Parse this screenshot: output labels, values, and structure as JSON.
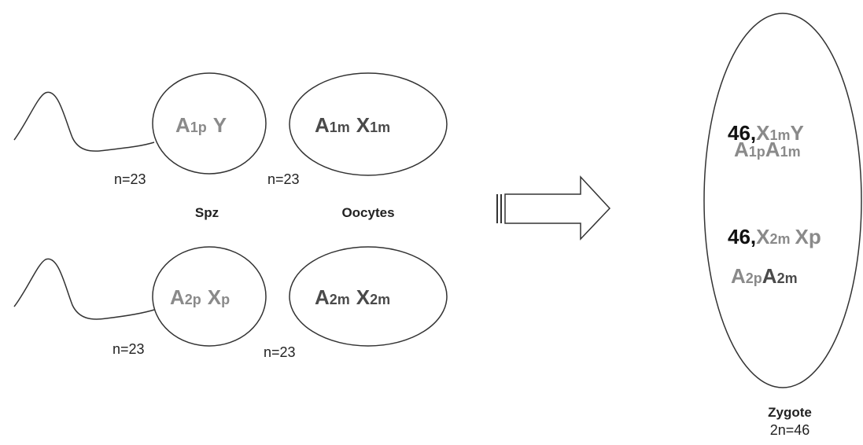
{
  "colors": {
    "paternal": "#8a8a8a",
    "maternal": "#4a4a4a",
    "karyotype": "#111111",
    "outline": "#333333"
  },
  "sperm_top": {
    "a": "A",
    "a_sub": "1p",
    "sex": "Y",
    "ploidy": "n=23"
  },
  "oocyte_top": {
    "a": "A",
    "a_sub": "1m",
    "x": "X",
    "x_sub": "1m",
    "ploidy": "n=23"
  },
  "sperm_bottom": {
    "a": "A",
    "a_sub": "2p",
    "x": "X",
    "x_sub": "p",
    "ploidy": "n=23"
  },
  "oocyte_bottom": {
    "a": "A",
    "a_sub": "2m",
    "x": "X",
    "x_sub": "2m",
    "ploidy": "n=23"
  },
  "labels": {
    "spz": "Spz",
    "oocytes": "Oocytes"
  },
  "zygote": {
    "line1": {
      "karyotype": "46,",
      "x": "X",
      "x_sub": "1m",
      "y": "Y"
    },
    "line2": {
      "a1": "A",
      "a1_sub": "1p",
      "a2": "A",
      "a2_sub": "1m"
    },
    "line3": {
      "karyotype": "46,",
      "x": "X",
      "x_sub": "2m",
      "xp": "Xp"
    },
    "line4": {
      "a1": "A",
      "a1_sub": "2p",
      "a2": "A",
      "a2_sub": "2m"
    },
    "title": "Zygote",
    "ploidy": "2n=46"
  }
}
